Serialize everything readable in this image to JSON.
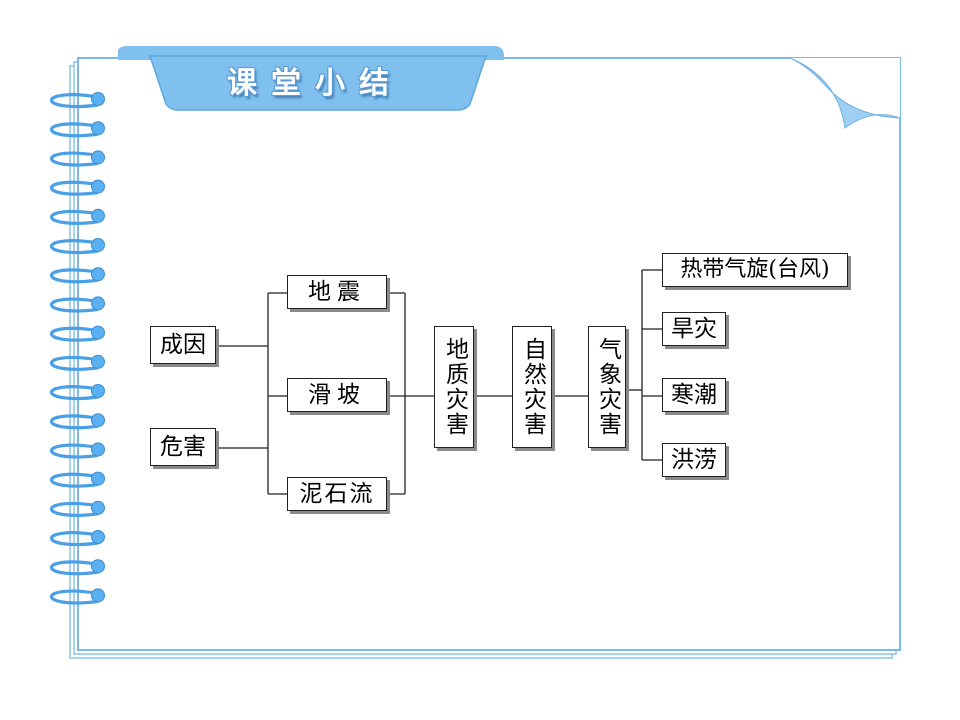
{
  "header": {
    "title": "课堂小结"
  },
  "diagram": {
    "causes": {
      "cause": "成因",
      "harm": "危害"
    },
    "geo_examples": {
      "earthquake": "地震",
      "landslide": "滑坡",
      "debris_flow": "泥石流"
    },
    "categories": {
      "geological": "地质灾害",
      "natural": "自然灾害",
      "meteorological": "气象灾害"
    },
    "met_examples": {
      "typhoon": "热带气旋(台风)",
      "drought": "旱灾",
      "cold_wave": "寒潮",
      "flood": "洪涝"
    }
  },
  "colors": {
    "accent": "#5b9bd5",
    "page_border": "#7db8e8",
    "header": "#7fc0ef"
  }
}
